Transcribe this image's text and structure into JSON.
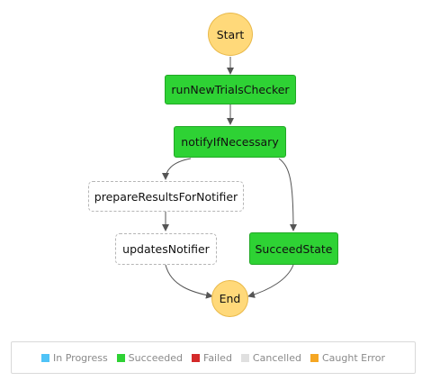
{
  "diagram": {
    "nodes": {
      "start": "Start",
      "run": "runNewTrialsChecker",
      "notify": "notifyIfNecessary",
      "prepare": "prepareResultsForNotifier",
      "updates": "updatesNotifier",
      "succeed": "SucceedState",
      "end": "End"
    }
  },
  "legend": {
    "items": [
      {
        "label": "In Progress",
        "color": "#4fc3f7"
      },
      {
        "label": "Succeeded",
        "color": "#2ed234"
      },
      {
        "label": "Failed",
        "color": "#d42a2a"
      },
      {
        "label": "Cancelled",
        "color": "#e0e0e0"
      },
      {
        "label": "Caught Error",
        "color": "#f5a623"
      }
    ]
  }
}
